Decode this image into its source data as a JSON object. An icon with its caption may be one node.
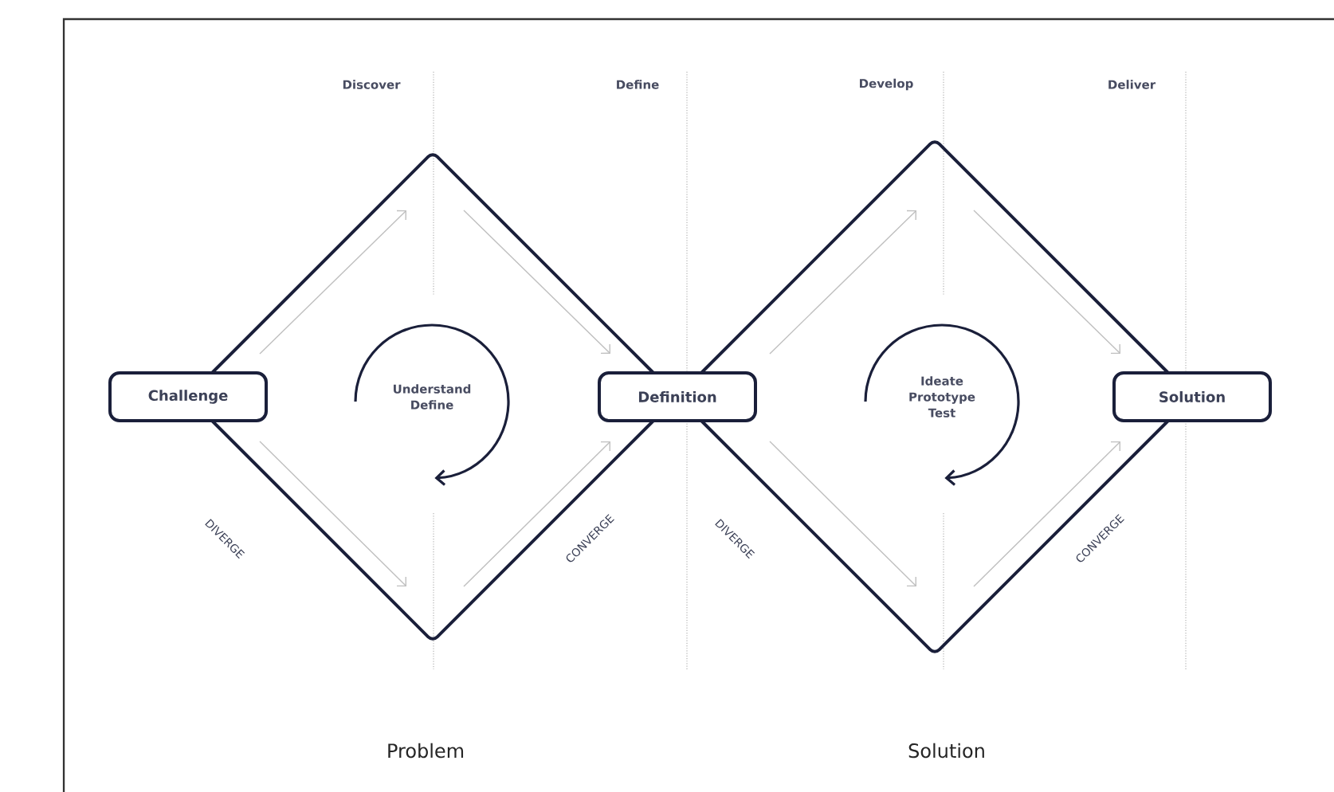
{
  "diagram": {
    "nodes": [
      {
        "text": [
          "Challenge"
        ]
      },
      {
        "text": [
          "Definition"
        ]
      },
      {
        "text": [
          "Solution"
        ]
      }
    ],
    "edges": [
      {
        "from": 0,
        "to": 1,
        "arrow": "none"
      },
      {
        "from": 0,
        "to": 1,
        "arrow": "none"
      },
      {
        "from": 1,
        "to": 2,
        "arrow": "none"
      },
      {
        "from": 1,
        "to": 2,
        "arrow": "none"
      }
    ],
    "labels": [
      "Discover",
      "Define",
      "Develop",
      "Deliver",
      "Understand Define",
      "Ideate Prototype Test",
      "DIVERGE",
      "CONVERGE",
      "DIVERGE",
      "CONVERGE",
      "Problem",
      "Solution"
    ]
  }
}
